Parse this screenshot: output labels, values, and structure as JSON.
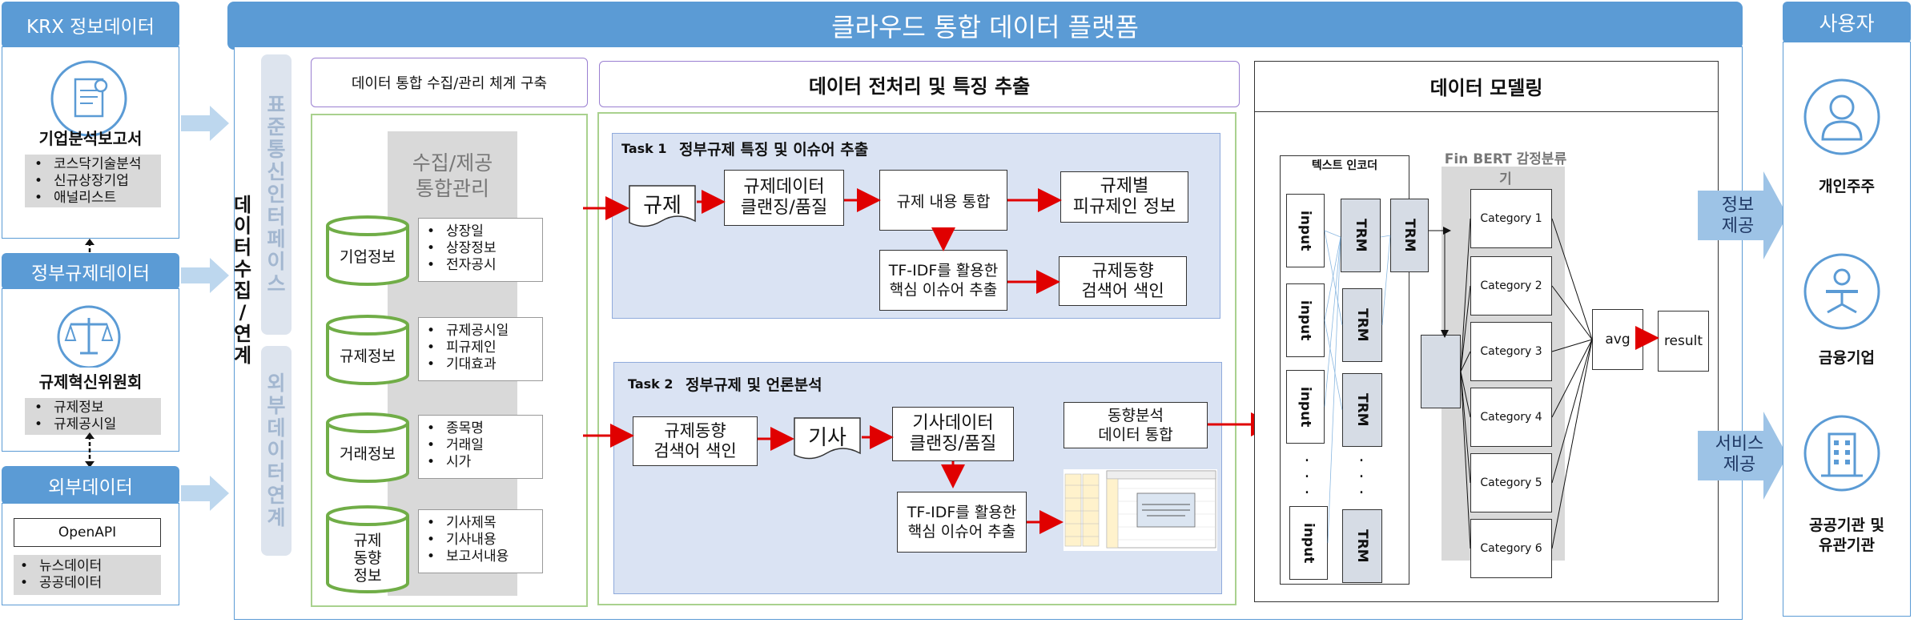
{
  "left": {
    "krx_header": "KRX 정보데이터",
    "report_title": "기업분석보고서",
    "report_items": [
      "코스닥기술분석",
      "신규상장기업",
      "애널리스트"
    ],
    "gov_header": "정부규제데이터",
    "committee_title": "규제혁신위원회",
    "committee_items": [
      "규제정보",
      "규제공시일"
    ],
    "ext_header": "외부데이터",
    "openapi": "OpenAPI",
    "ext_items": [
      "뉴스데이터",
      "공공데이터"
    ]
  },
  "platform": {
    "title": "클라우드 통합 데이터 플랫폼",
    "side_label": [
      "데",
      "이",
      "터",
      "수",
      "집",
      "/",
      "연",
      "계"
    ],
    "std_interface": [
      "표",
      "준",
      "통",
      "신",
      "인",
      "터",
      "페",
      "이",
      "스"
    ],
    "ext_link": [
      "외",
      "부",
      "데",
      "이",
      "터",
      "연",
      "계"
    ]
  },
  "collect": {
    "title": "데이터 통합 수집/관리 체계 구축",
    "center_label_1": "수집/제공",
    "center_label_2": "통합관리",
    "stores": [
      {
        "name": "기업정보",
        "items": [
          "상장일",
          "상장정보",
          "전자공시"
        ]
      },
      {
        "name": "규제정보",
        "items": [
          "규제공시일",
          "피규제인",
          "기대효과"
        ]
      },
      {
        "name": "거래정보",
        "items": [
          "종목명",
          "거래일",
          "시가"
        ]
      },
      {
        "name_lines": [
          "규제",
          "동향",
          "정보"
        ],
        "items": [
          "기사제목",
          "기사내용",
          "보고서내용"
        ]
      }
    ]
  },
  "preprocess": {
    "title": "데이터 전처리 및 특징 추출",
    "task1": {
      "label": "Task 1",
      "title": "정부규제 특징 및 이슈어 추출",
      "doc": "규제",
      "cleaning": [
        "규제데이터",
        "클랜징/품질"
      ],
      "integrate": "규제 내용 통합",
      "by_reg": [
        "규제별",
        "피규제인 정보"
      ],
      "tfidf": [
        "TF-IDF를 활용한",
        "핵심 이슈어 추출"
      ],
      "trend_index": [
        "규제동향",
        "검색어 색인"
      ]
    },
    "task2": {
      "label": "Task 2",
      "title": "정부규제 및 언론분석",
      "trend_index": [
        "규제동향",
        "검색어 색인"
      ],
      "doc": "기사",
      "cleaning": [
        "기사데이터",
        "클랜징/품질"
      ],
      "analysis": [
        "동향분석",
        "데이터 통합"
      ],
      "tfidf": [
        "TF-IDF를 활용한",
        "핵심 이슈어 추출"
      ]
    }
  },
  "modeling": {
    "title": "데이터 모델링",
    "encoder_label": "텍스트 인코더",
    "finbert_label": "Fin BERT  감정분류기",
    "input_label": "input",
    "trm_label": "TRM",
    "dots": ". . .",
    "categories": [
      "Category 1",
      "Category 2",
      "Category 3",
      "Category 4",
      "Category 5",
      "Category 6"
    ],
    "avg": "avg",
    "result": "result"
  },
  "right": {
    "user_header": "사용자",
    "info_provide": [
      "정보",
      "제공"
    ],
    "service_provide": [
      "서비스",
      "제공"
    ],
    "users": [
      "개인주주",
      "금융기업",
      "공공기관 및",
      "유관기관"
    ]
  },
  "colors": {
    "blue": "#5b9bd5",
    "light_blue": "#dae3f3",
    "green": "#a9d18e",
    "gray": "#d9d9d9",
    "red": "#e00000"
  }
}
